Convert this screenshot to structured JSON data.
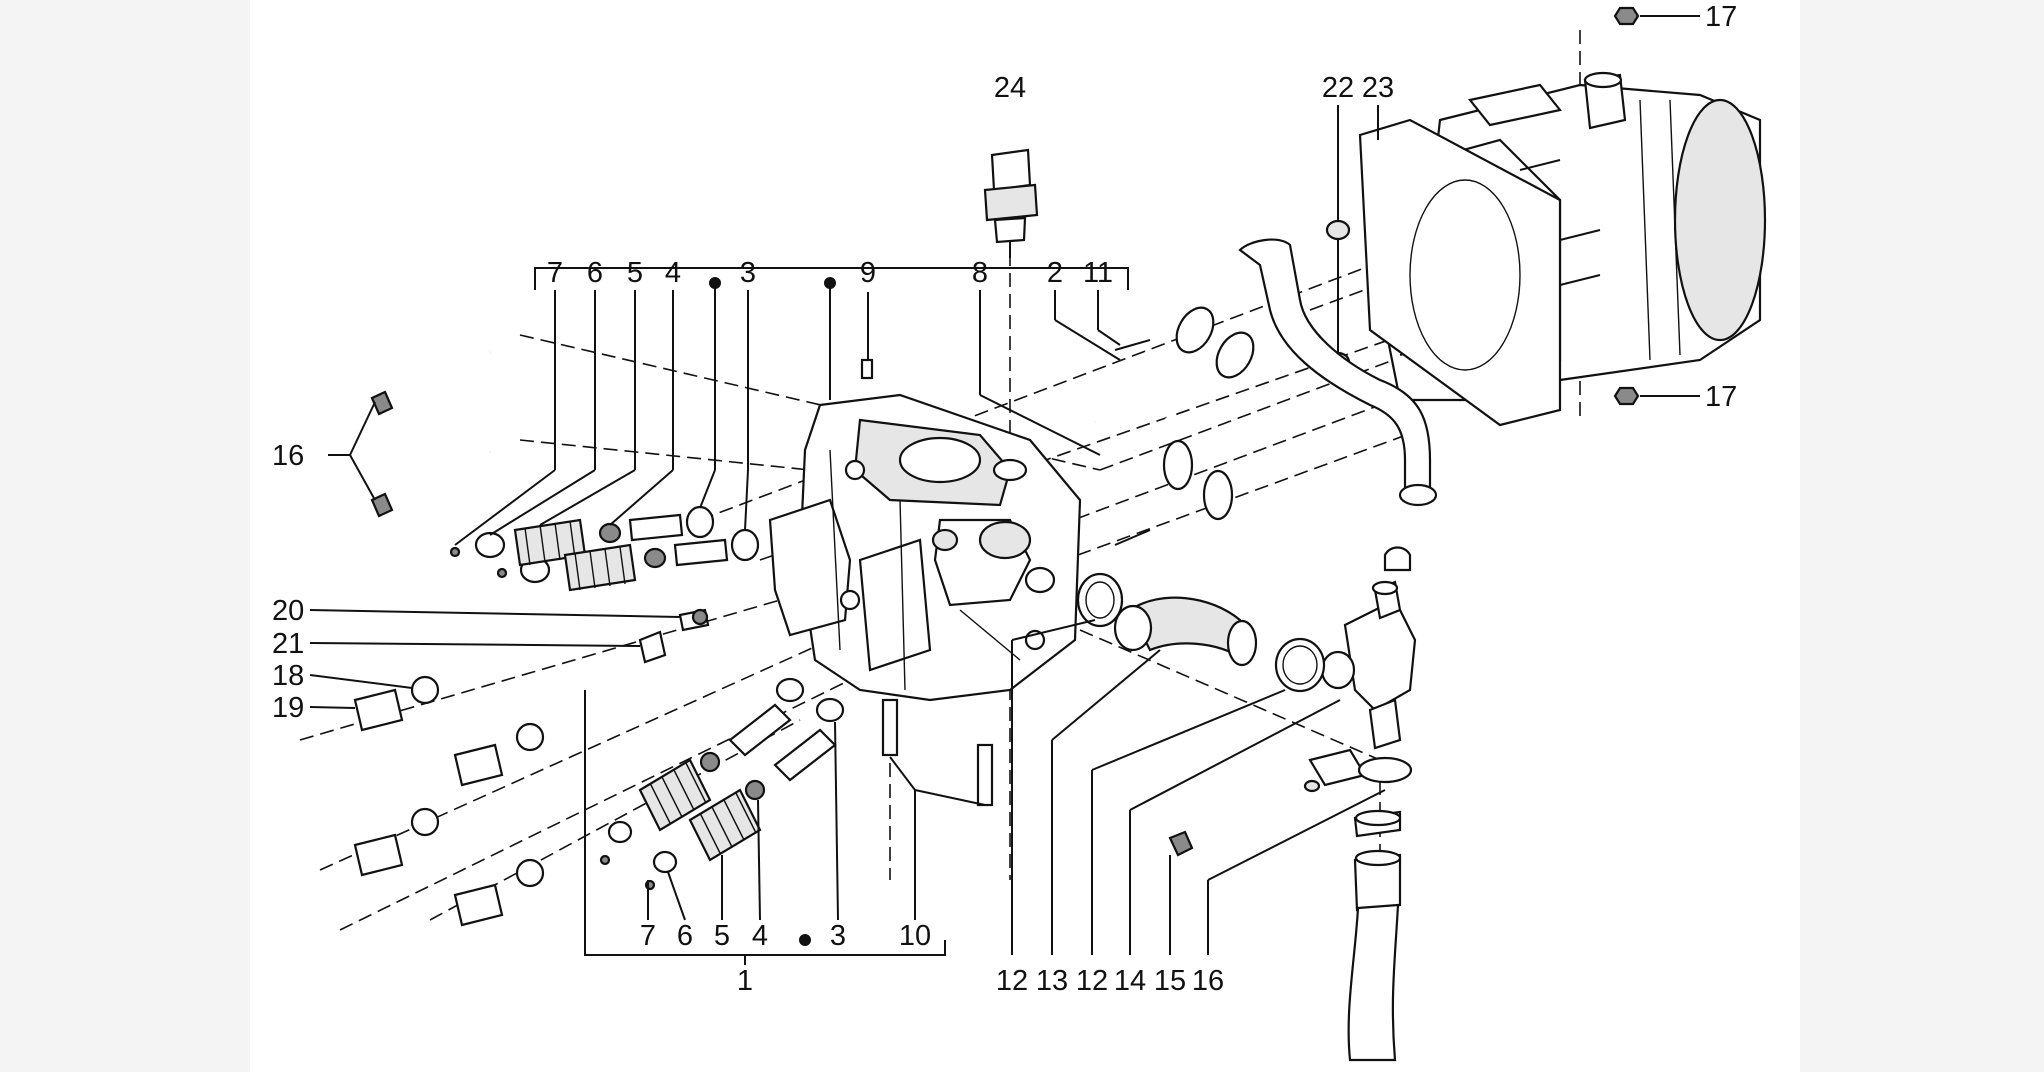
{
  "callouts": {
    "n1": "1",
    "n2": "2",
    "n3a": "3",
    "n3b": "3",
    "n4a": "4",
    "n4b": "4",
    "n5a": "5",
    "n5b": "5",
    "n6a": "6",
    "n6b": "6",
    "n7a": "7",
    "n7b": "7",
    "n8": "8",
    "n9": "9",
    "n10": "10",
    "n11": "11",
    "n12a": "12",
    "n12b": "12",
    "n13": "13",
    "n14": "14",
    "n15": "15",
    "n16a": "16",
    "n16b": "16",
    "n17a": "17",
    "n17b": "17",
    "n18": "18",
    "n19": "19",
    "n20": "20",
    "n21": "21",
    "n22": "22",
    "n23": "23",
    "n24": "24"
  }
}
